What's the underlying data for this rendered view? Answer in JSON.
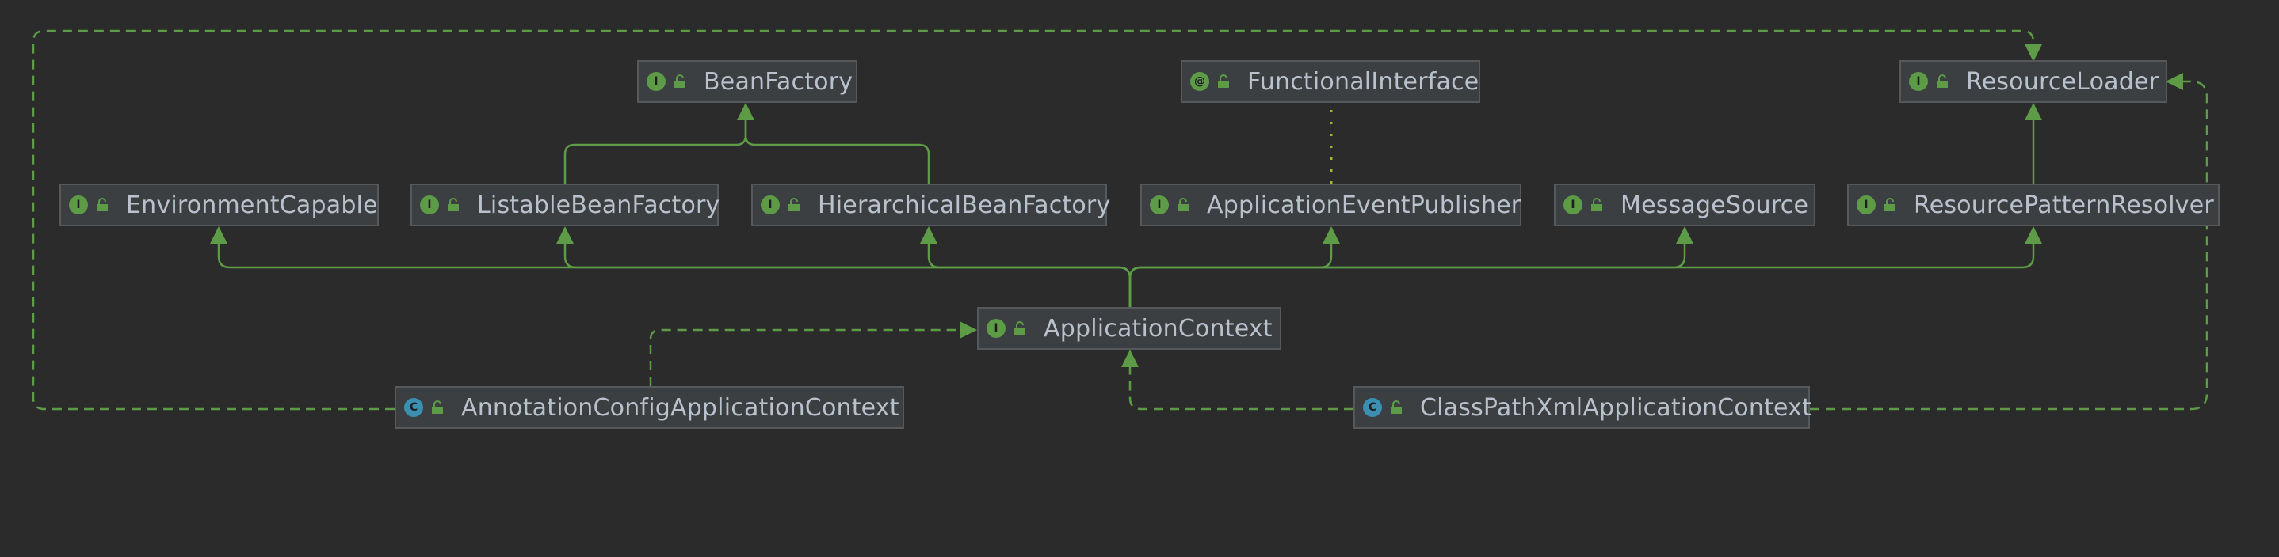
{
  "colors": {
    "background": "#2b2b2b",
    "node_fill": "#3c3f41",
    "node_border": "#55595c",
    "text": "#b8c1cc",
    "edge": "#5d9b47",
    "interface_badge": "#5d9b47",
    "class_badge": "#3b8fb1"
  },
  "nodes": [
    {
      "key": "bean_factory",
      "label": "BeanFactory",
      "badge": "I",
      "kind": "interface"
    },
    {
      "key": "functional_interface",
      "label": "FunctionalInterface",
      "badge": "@",
      "kind": "annotation"
    },
    {
      "key": "resource_loader",
      "label": "ResourceLoader",
      "badge": "I",
      "kind": "interface"
    },
    {
      "key": "environment_capable",
      "label": "EnvironmentCapable",
      "badge": "I",
      "kind": "interface"
    },
    {
      "key": "listable_bean_factory",
      "label": "ListableBeanFactory",
      "badge": "I",
      "kind": "interface"
    },
    {
      "key": "hierarchical_bean_factory",
      "label": "HierarchicalBeanFactory",
      "badge": "I",
      "kind": "interface"
    },
    {
      "key": "application_event_publisher",
      "label": "ApplicationEventPublisher",
      "badge": "I",
      "kind": "interface"
    },
    {
      "key": "message_source",
      "label": "MessageSource",
      "badge": "I",
      "kind": "interface"
    },
    {
      "key": "resource_pattern_resolver",
      "label": "ResourcePatternResolver",
      "badge": "I",
      "kind": "interface"
    },
    {
      "key": "application_context",
      "label": "ApplicationContext",
      "badge": "I",
      "kind": "interface"
    },
    {
      "key": "annotation_config_application_context",
      "label": "AnnotationConfigApplicationContext",
      "badge": "C",
      "kind": "class"
    },
    {
      "key": "class_path_xml_application_context",
      "label": "ClassPathXmlApplicationContext",
      "badge": "C",
      "kind": "class"
    }
  ],
  "edges": [
    {
      "from": "listable_bean_factory",
      "to": "bean_factory",
      "type": "extends"
    },
    {
      "from": "hierarchical_bean_factory",
      "to": "bean_factory",
      "type": "extends"
    },
    {
      "from": "resource_pattern_resolver",
      "to": "resource_loader",
      "type": "extends"
    },
    {
      "from": "application_event_publisher",
      "to": "functional_interface",
      "type": "annotated"
    },
    {
      "from": "application_context",
      "to": "environment_capable",
      "type": "extends"
    },
    {
      "from": "application_context",
      "to": "listable_bean_factory",
      "type": "extends"
    },
    {
      "from": "application_context",
      "to": "hierarchical_bean_factory",
      "type": "extends"
    },
    {
      "from": "application_context",
      "to": "application_event_publisher",
      "type": "extends"
    },
    {
      "from": "application_context",
      "to": "message_source",
      "type": "extends"
    },
    {
      "from": "application_context",
      "to": "resource_pattern_resolver",
      "type": "extends"
    },
    {
      "from": "annotation_config_application_context",
      "to": "application_context",
      "type": "implements"
    },
    {
      "from": "annotation_config_application_context",
      "to": "resource_loader",
      "type": "implements"
    },
    {
      "from": "class_path_xml_application_context",
      "to": "application_context",
      "type": "implements"
    },
    {
      "from": "class_path_xml_application_context",
      "to": "resource_loader",
      "type": "implements"
    }
  ]
}
